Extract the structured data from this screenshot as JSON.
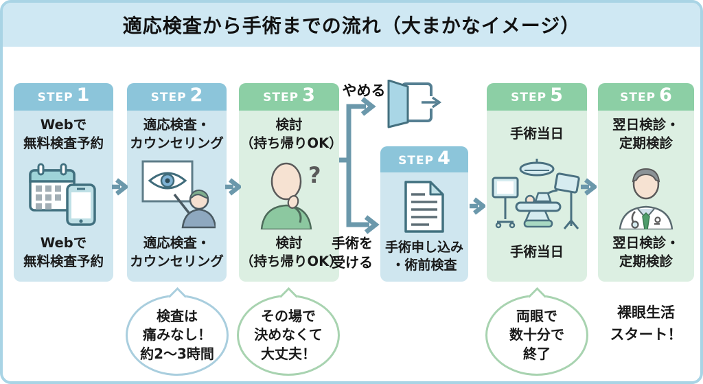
{
  "title": "適応検査から手術までの流れ（大まかなイメージ）",
  "steps": [
    {
      "step_word": "STEP",
      "step_num": "1",
      "theme": "blue",
      "top_text": "Webで\n無料検査予約",
      "bottom_text": "Webで\n無料検査予約",
      "icon": "calendar-phone-icon"
    },
    {
      "step_word": "STEP",
      "step_num": "2",
      "theme": "blue",
      "top_text": "適応検査・\nカウンセリング",
      "bottom_text": "適応検査・\nカウンセリング",
      "icon": "eye-exam-icon"
    },
    {
      "step_word": "STEP",
      "step_num": "3",
      "theme": "green",
      "top_text": "検討\n（持ち帰りOK）",
      "bottom_text": "検討\n（持ち帰りOK）",
      "icon": "thinking-person-icon"
    },
    {
      "step_word": "STEP",
      "step_num": "4",
      "theme": "blue",
      "text": "手術申し込み\n・術前検査",
      "icon": "document-icon"
    },
    {
      "step_word": "STEP",
      "step_num": "5",
      "theme": "green",
      "top_text": "手術当日",
      "bottom_text": "手術当日",
      "icon": "operating-room-icon"
    },
    {
      "step_word": "STEP",
      "step_num": "6",
      "theme": "green",
      "top_text": "翌日検診・\n定期検診",
      "bottom_text": "翌日検診・\n定期検診",
      "icon": "doctor-icon"
    }
  ],
  "branch": {
    "quit_label": "やめる",
    "proceed_label": "手術を\n受ける",
    "exit_icon": "exit-door-icon"
  },
  "callouts": [
    {
      "text": "検査は\n痛みなし！\n約2〜3時間",
      "style": "blue-bubble"
    },
    {
      "text": "その場で\n決めなくて\n大丈夫！",
      "style": "green-bubble"
    },
    {
      "text": "両眼で\n数十分で\n終了",
      "style": "green-bubble"
    },
    {
      "text": "裸眼生活\nスタート！",
      "style": "plain-text"
    }
  ],
  "colors": {
    "frame_border": "#a9d4e5",
    "title_bg": "#cfe8f3",
    "step_blue_header": "#8cc5da",
    "step_blue_body": "#cfe6ef",
    "step_green_header": "#8ccfa5",
    "step_green_body": "#dcefe2",
    "arrow": "#6b98ab",
    "bubble_blue_border": "#a9cede",
    "bubble_green_border": "#a8d3b0",
    "text": "#1a1a1a"
  }
}
